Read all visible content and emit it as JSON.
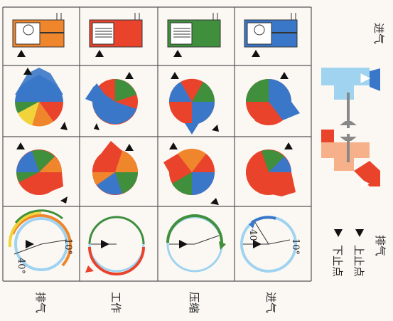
{
  "figure": {
    "legend": {
      "intake_label": "进气",
      "exhaust_label": "排气",
      "tdc_label": "上止点",
      "bdc_label": "下止点"
    },
    "strokes": [
      {
        "label": "进气",
        "color": "#3a77c8"
      },
      {
        "label": "压缩",
        "color": "#3f8f3c"
      },
      {
        "label": "工作",
        "color": "#e9432c"
      },
      {
        "label": "排气",
        "color": "#f0862c"
      }
    ],
    "degree_labels": [
      "10°",
      "40°",
      "10°",
      "40°"
    ],
    "colors": {
      "intake_blue": "#3a77c8",
      "compression_green": "#3f8f3c",
      "power_red": "#e9432c",
      "exhaust_orange": "#f0862c",
      "yellow": "#f2d43a",
      "light_blue": "#9fd3f0"
    }
  }
}
